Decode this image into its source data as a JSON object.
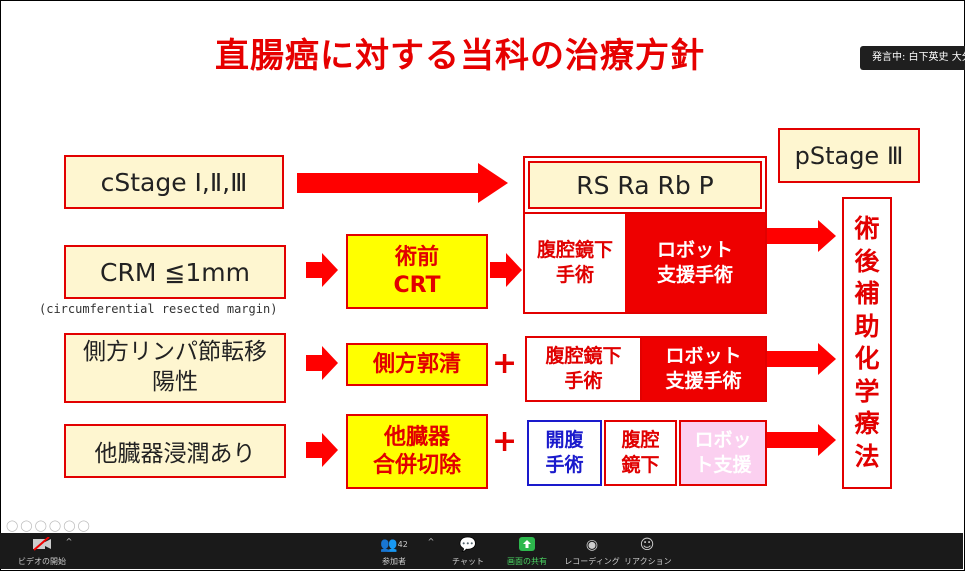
{
  "title": "直腸癌に対する当科の治療方針",
  "speaker": "発言中: 白下英史 大分",
  "rows": {
    "r1": {
      "label": "cStage Ⅰ,Ⅱ,Ⅲ",
      "target": "RS Ra Rb P"
    },
    "r2": {
      "label": "CRM ≦1mm",
      "sublabel": "(circumferential resected margin)",
      "treatment": "術前\nCRT",
      "options": [
        "腹腔鏡下\n手術",
        "ロボット\n支援手術"
      ]
    },
    "r3": {
      "label": "側方リンパ節転移\n陽性",
      "treatment": "側方郭清",
      "plus": "+",
      "options": [
        "腹腔鏡下\n手術",
        "ロボット\n支援手術"
      ]
    },
    "r4": {
      "label": "他臓器浸潤あり",
      "treatment": "他臓器\n合併切除",
      "plus": "+",
      "options": [
        "開腹\n手術",
        "腹腔\n鏡下",
        "ロボッ\nト支援"
      ]
    }
  },
  "pstage": "pStage Ⅲ",
  "adjuvant": "術\n後\n補\n助\n化\n学\n療\n法",
  "colors": {
    "red": "#e20000",
    "yellow": "#ffff00",
    "cream": "#fef6d0",
    "blue": "#1a1acc",
    "pink": "#fbd0f0"
  },
  "toolbar": {
    "video": {
      "label": "ビデオの開始",
      "icon": "video-off-icon"
    },
    "participants": {
      "label": "参加者",
      "count": "42",
      "icon": "participants-icon"
    },
    "chat": {
      "label": "チャット",
      "icon": "chat-icon"
    },
    "share": {
      "label": "画面の共有",
      "icon": "share-screen-icon"
    },
    "record": {
      "label": "レコーディング",
      "icon": "record-icon"
    },
    "reactions": {
      "label": "リアクション",
      "icon": "reaction-icon"
    }
  }
}
